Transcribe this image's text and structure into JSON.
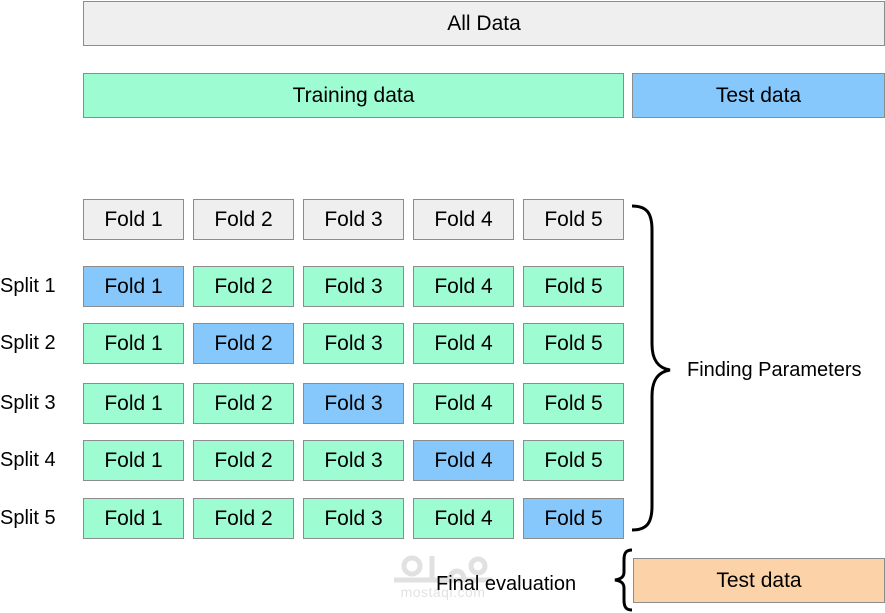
{
  "top": {
    "all_data": "All Data",
    "training_data": "Training data",
    "test_data": "Test data"
  },
  "folds_header": [
    "Fold 1",
    "Fold 2",
    "Fold 3",
    "Fold 4",
    "Fold 5"
  ],
  "splits": [
    {
      "label": "Split 1",
      "folds": [
        "Fold 1",
        "Fold 2",
        "Fold 3",
        "Fold 4",
        "Fold 5"
      ],
      "test_index": 0
    },
    {
      "label": "Split 2",
      "folds": [
        "Fold 1",
        "Fold 2",
        "Fold 3",
        "Fold 4",
        "Fold 5"
      ],
      "test_index": 1
    },
    {
      "label": "Split 3",
      "folds": [
        "Fold 1",
        "Fold 2",
        "Fold 3",
        "Fold 4",
        "Fold 5"
      ],
      "test_index": 2
    },
    {
      "label": "Split 4",
      "folds": [
        "Fold 1",
        "Fold 2",
        "Fold 3",
        "Fold 4",
        "Fold 5"
      ],
      "test_index": 3
    },
    {
      "label": "Split 5",
      "folds": [
        "Fold 1",
        "Fold 2",
        "Fold 3",
        "Fold 4",
        "Fold 5"
      ],
      "test_index": 4
    }
  ],
  "finding_parameters": "Finding Parameters",
  "final_evaluation": "Final evaluation",
  "final_test_data": "Test data",
  "watermark": "mostaql.com",
  "colors": {
    "gray": "#efefef",
    "green": "#9dfcd1",
    "blue": "#86c7fc",
    "orange": "#fcd3a8"
  }
}
